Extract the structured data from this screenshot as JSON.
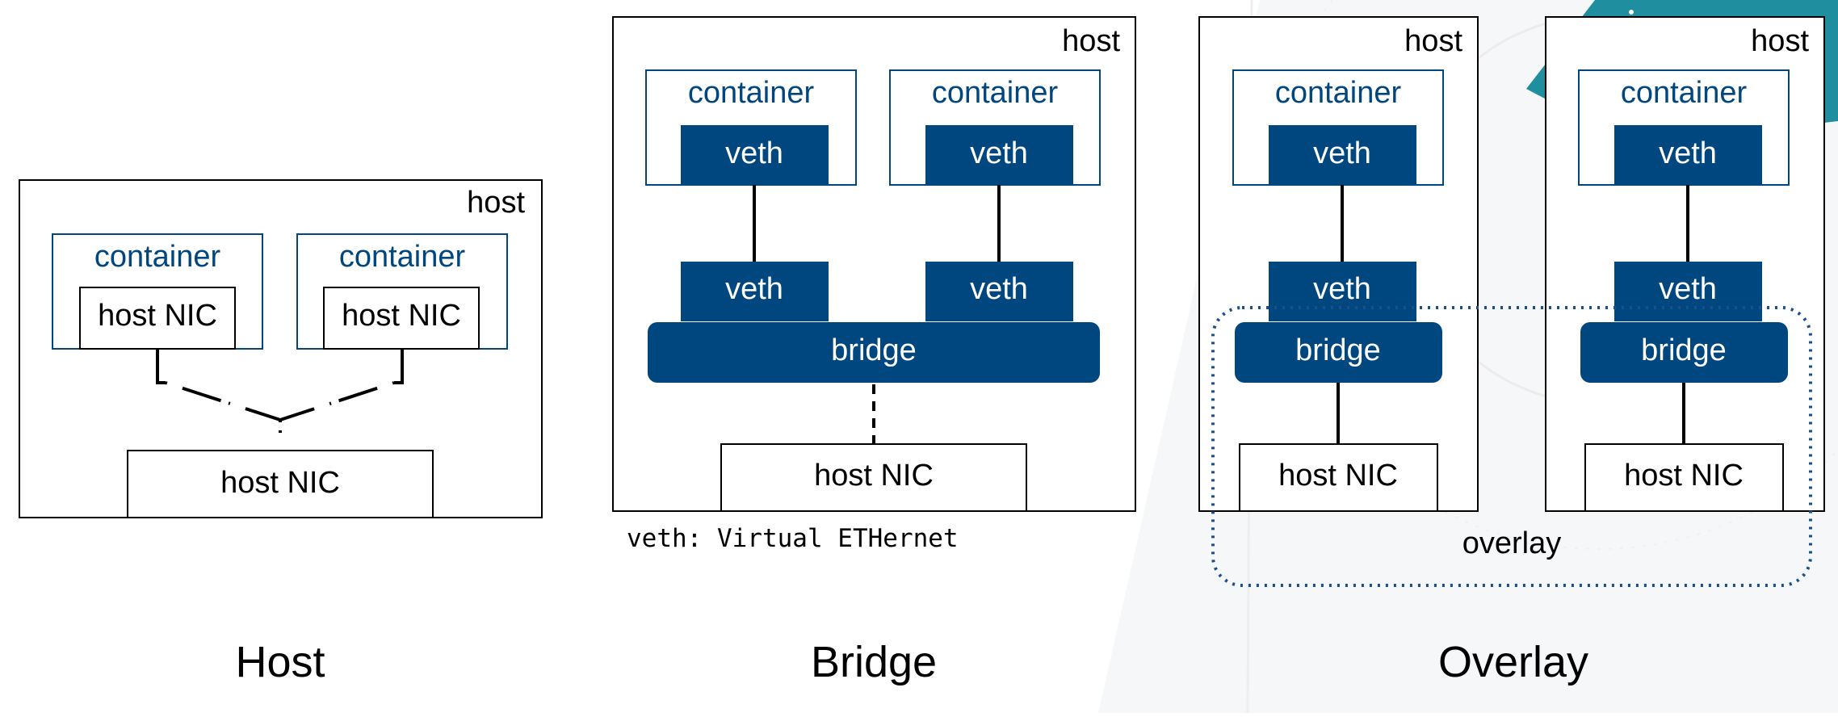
{
  "labels": {
    "host": "host",
    "container": "container",
    "host_nic": "host NIC",
    "veth": "veth",
    "bridge": "bridge",
    "overlay": "overlay",
    "veth_note": "veth: Virtual ETHernet"
  },
  "captions": {
    "host": "Host",
    "bridge": "Bridge",
    "overlay": "Overlay"
  },
  "colors": {
    "navy": "#00467f",
    "text": "#000000",
    "overlay_dots": "#1a4f8a",
    "background_teal": "#1f8fa0"
  }
}
